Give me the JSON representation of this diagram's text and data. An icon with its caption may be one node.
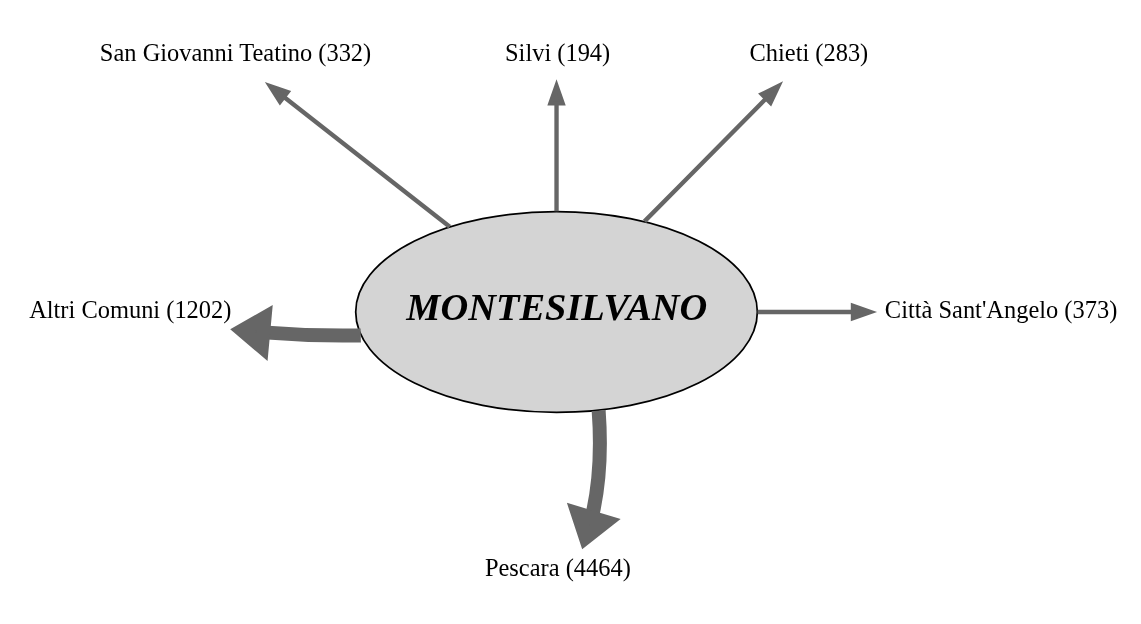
{
  "diagram": {
    "nodes": [
      {
        "text": [
          "MONTESILVANO"
        ]
      },
      {
        "text": [
          "San Giovanni Teatino (332)"
        ]
      },
      {
        "text": [
          "Silvi (194)"
        ]
      },
      {
        "text": [
          "Chieti (283)"
        ]
      },
      {
        "text": [
          "Altri Comuni (1202)"
        ]
      },
      {
        "text": [
          "Città Sant'Angelo (373)"
        ]
      },
      {
        "text": [
          "Pescara (4464)"
        ]
      }
    ],
    "edges": [
      {
        "from": 0,
        "to": 1,
        "arrow": "to"
      },
      {
        "from": 0,
        "to": 2,
        "arrow": "to"
      },
      {
        "from": 0,
        "to": 3,
        "arrow": "to"
      },
      {
        "from": 0,
        "to": 4,
        "arrow": "to",
        "style": "thick"
      },
      {
        "from": 0,
        "to": 5,
        "arrow": "to"
      },
      {
        "from": 0,
        "to": 6,
        "arrow": "to",
        "style": "thick"
      }
    ]
  }
}
